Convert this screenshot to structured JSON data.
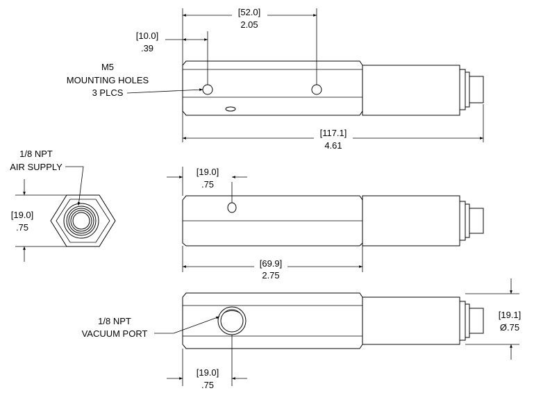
{
  "top_view": {
    "dim_52": {
      "mm": "[52.0]",
      "in": "2.05"
    },
    "dim_10": {
      "mm": "[10.0]",
      "in": ".39"
    },
    "dim_117": {
      "mm": "[117.1]",
      "in": "4.61"
    },
    "callout_m5": {
      "line1": "M5",
      "line2": "MOUNTING HOLES",
      "line3": "3 PLCS"
    }
  },
  "end_view": {
    "callout_air": {
      "line1": "1/8 NPT",
      "line2": "AIR SUPPLY"
    },
    "dim_19": {
      "mm": "[19.0]",
      "in": ".75"
    }
  },
  "middle_view": {
    "dim_19": {
      "mm": "[19.0]",
      "in": ".75"
    },
    "dim_69": {
      "mm": "[69.9]",
      "in": "2.75"
    }
  },
  "bottom_view": {
    "callout_vac": {
      "line1": "1/8 NPT",
      "line2": "VACUUM PORT"
    },
    "dim_19": {
      "mm": "[19.0]",
      "in": ".75"
    },
    "dim_dia": {
      "mm": "[19.1]",
      "in": "Ø.75"
    }
  }
}
